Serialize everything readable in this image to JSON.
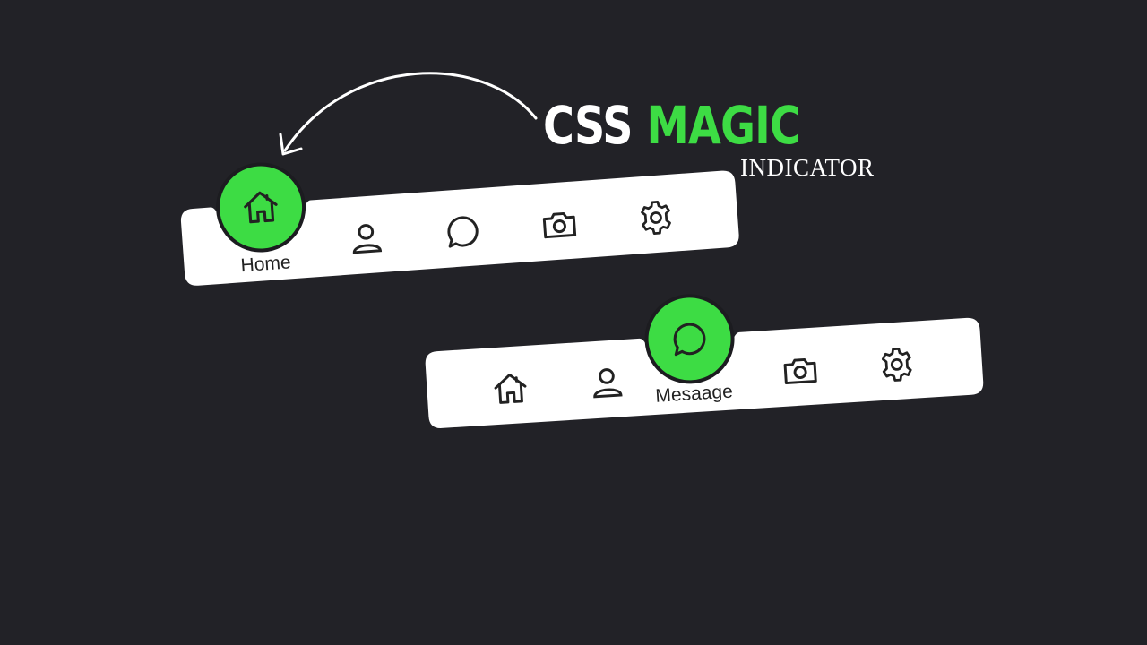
{
  "heading": {
    "word_css": "CSS",
    "word_magic": "MAGIC",
    "subtitle": "INDICATOR"
  },
  "nav_top": {
    "active_label": "Home",
    "items": [
      {
        "icon": "home-icon",
        "active": true
      },
      {
        "icon": "user-icon",
        "active": false
      },
      {
        "icon": "message-icon",
        "active": false
      },
      {
        "icon": "camera-icon",
        "active": false
      },
      {
        "icon": "gear-icon",
        "active": false
      }
    ]
  },
  "nav_bottom": {
    "active_label": "Mesaage",
    "items": [
      {
        "icon": "home-icon",
        "active": false
      },
      {
        "icon": "user-icon",
        "active": false
      },
      {
        "icon": "message-icon",
        "active": true
      },
      {
        "icon": "camera-icon",
        "active": false
      },
      {
        "icon": "gear-icon",
        "active": false
      }
    ]
  },
  "colors": {
    "background": "#222227",
    "accent": "#3ddc44",
    "bar": "#ffffff",
    "icon_stroke": "#222222"
  }
}
